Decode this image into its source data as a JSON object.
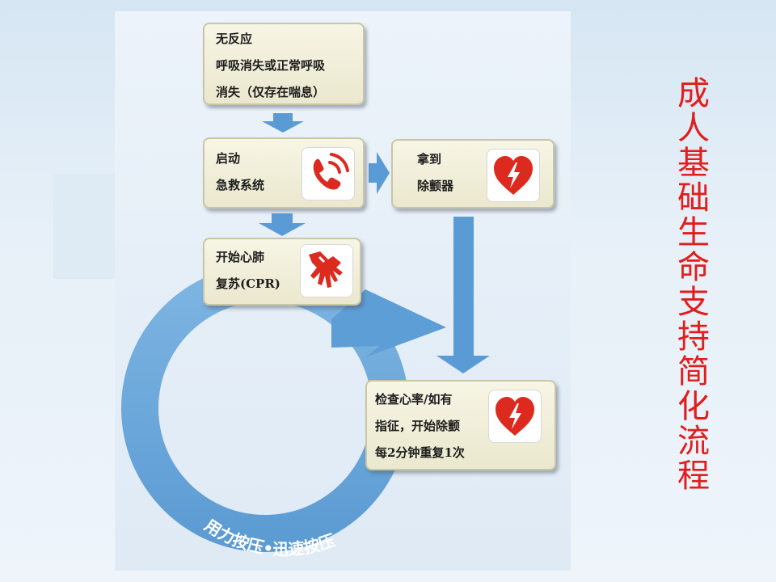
{
  "slide": {
    "title_chars": [
      "成",
      "人",
      "基",
      "础",
      "生",
      "命",
      "支",
      "持",
      "简",
      "化",
      "流",
      "程"
    ]
  },
  "flow": {
    "box1": [
      "无反应",
      "呼吸消失或正常呼吸",
      "消失（仅存在喘息）"
    ],
    "box2": [
      "启动",
      "急救系统"
    ],
    "box3": [
      "拿到",
      "除颤器"
    ],
    "box4": [
      "开始心肺",
      "复苏(CPR)"
    ],
    "box5": [
      "检查心率/如有",
      "指征，开始除颤",
      "每2分钟重复1次"
    ],
    "loop_label": "用力按压•迅速按压"
  },
  "icons": {
    "box2": "phone-icon",
    "box3": "heart-defibrillator-icon",
    "box4": "cpr-hands-icon",
    "box5": "heart-defibrillator-icon"
  },
  "colors": {
    "arrow": "#5b9bd5",
    "loop": "#6aa8dc",
    "icon_red": "#dd2a1f",
    "title": "#e11d1d",
    "box_fill": "#f4f2df"
  }
}
